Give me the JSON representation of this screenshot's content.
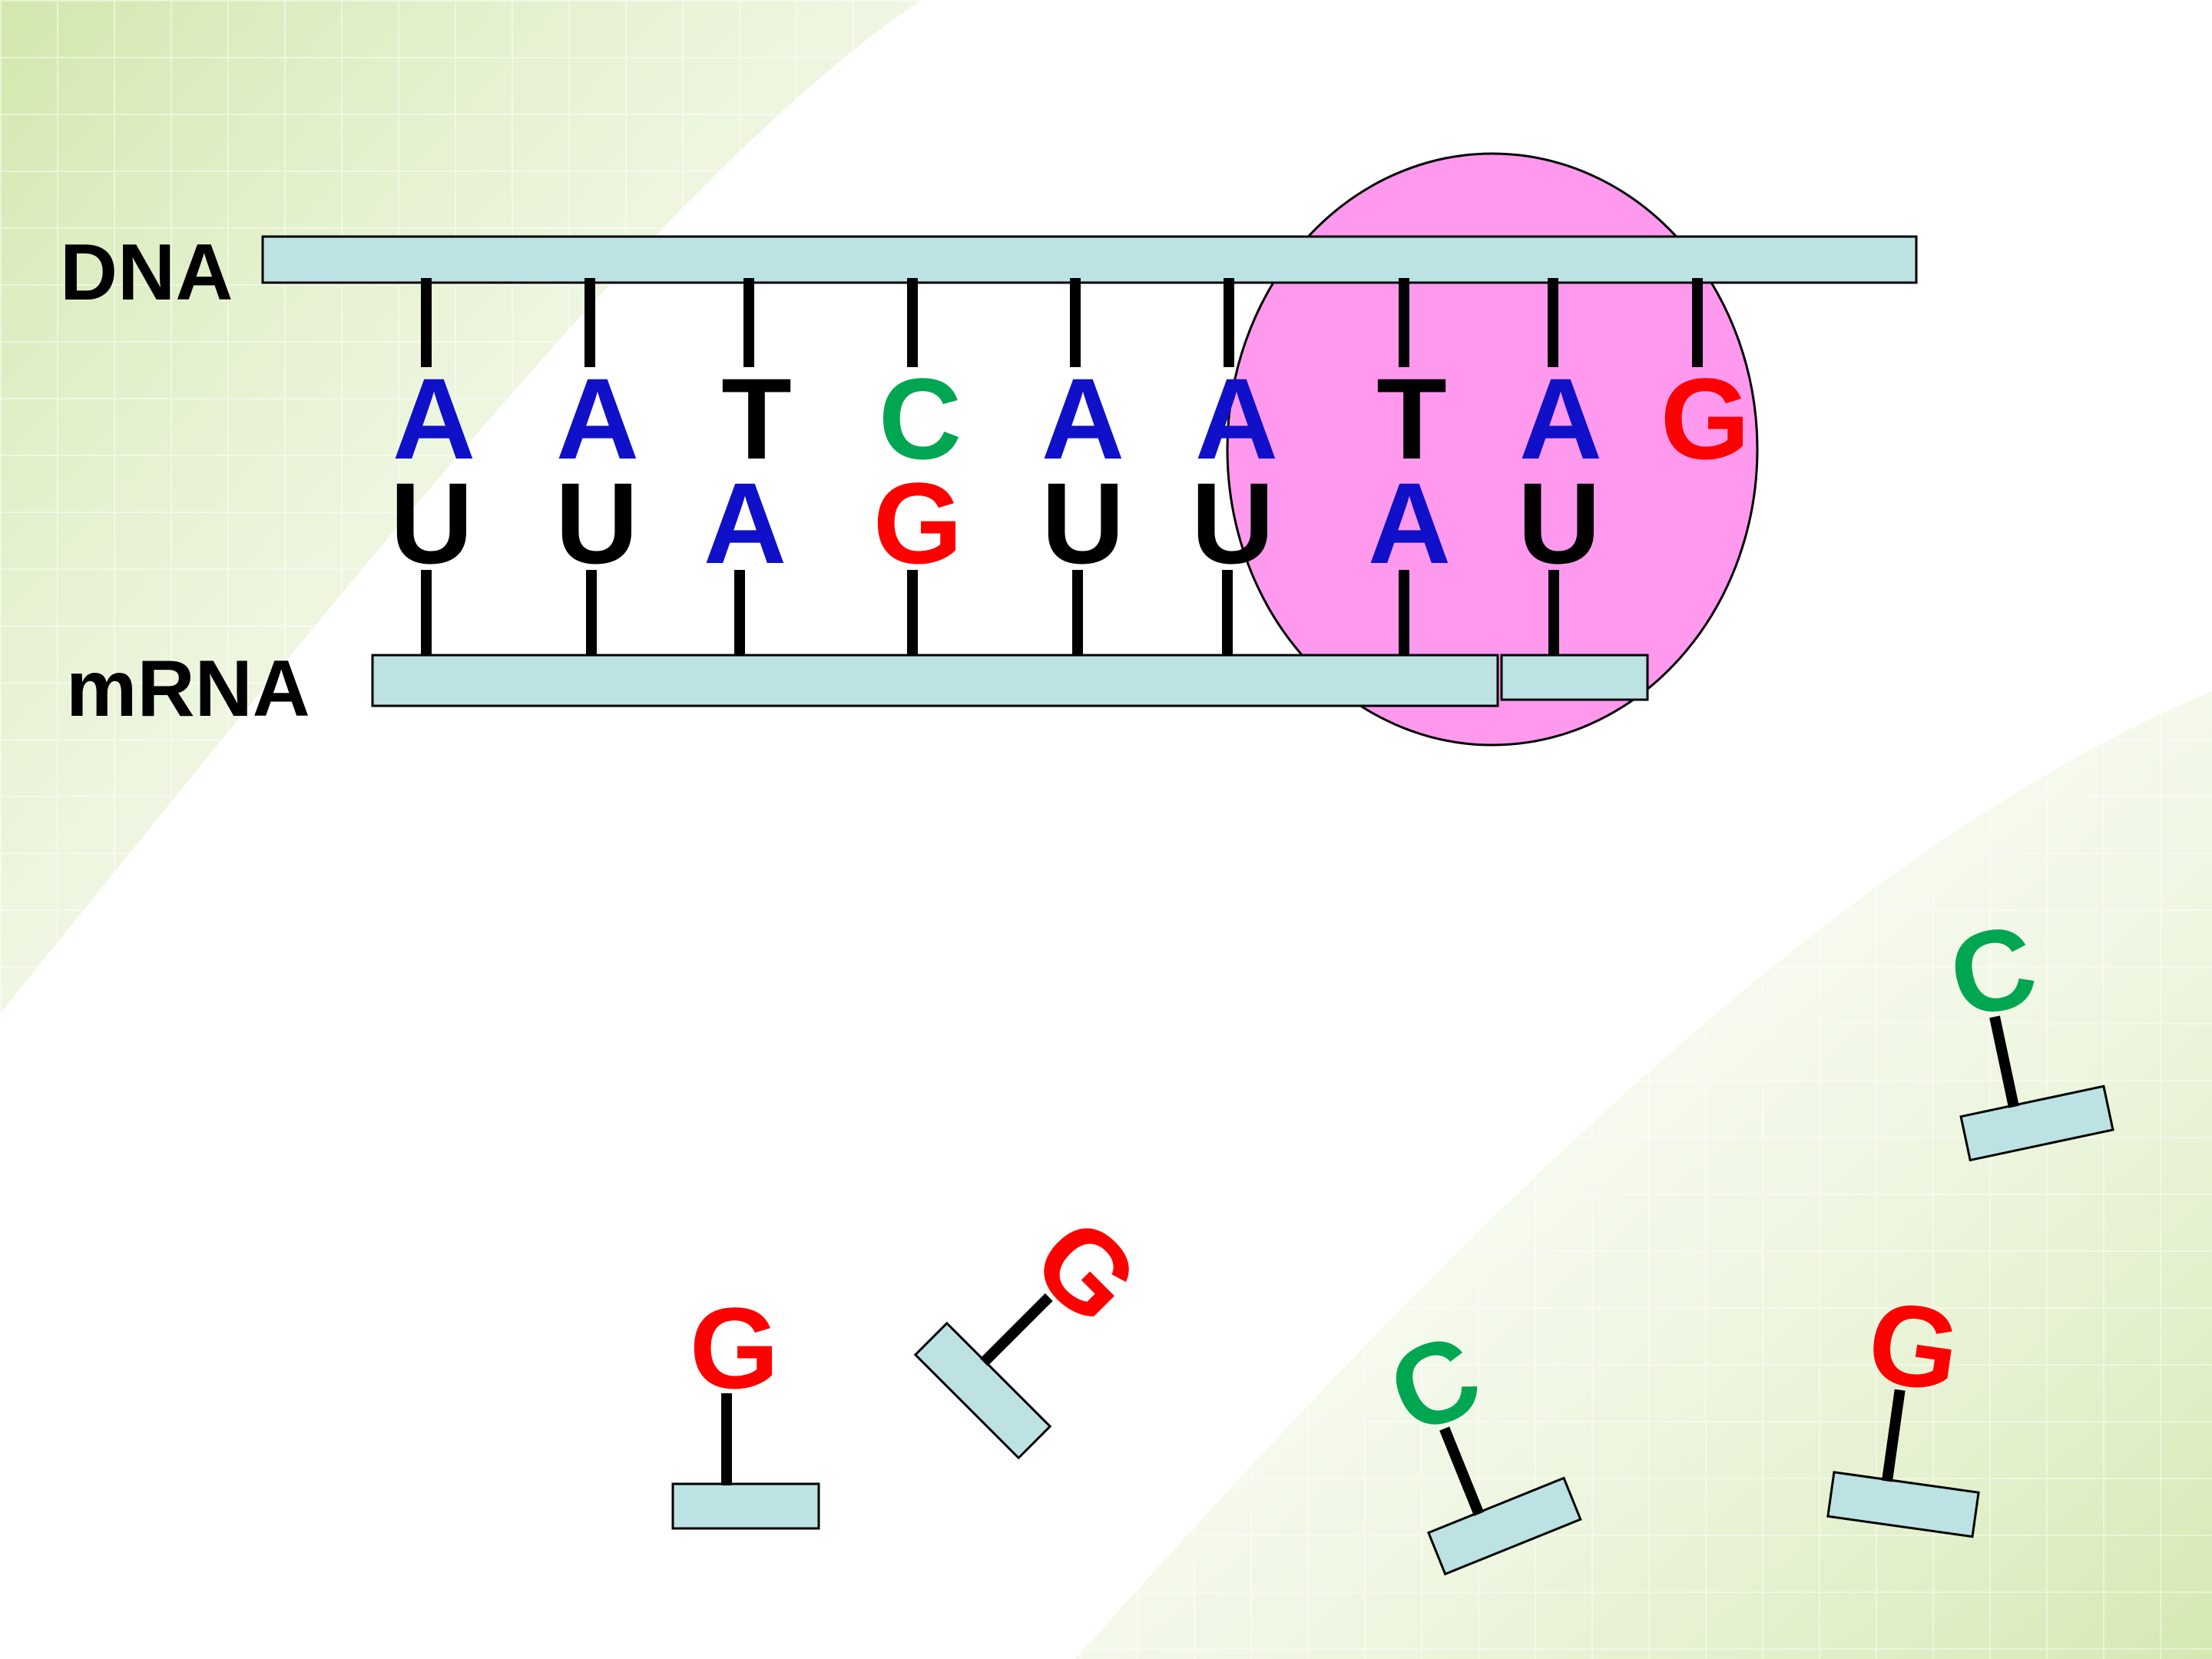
{
  "labels": {
    "dna": "DNA",
    "mrna": "mRNA"
  },
  "colors": {
    "A": "#1010c8",
    "T": "#000000",
    "C": "#00a651",
    "G": "#ff0000",
    "U": "#000000",
    "strand": "#bde2e4",
    "rna_polymerase": "#ff99ee",
    "background_tint": "#d7ebb6"
  },
  "dna_template_bases": [
    "A",
    "A",
    "T",
    "C",
    "A",
    "A",
    "T",
    "A",
    "G"
  ],
  "mrna_bases": [
    "U",
    "U",
    "A",
    "G",
    "U",
    "U",
    "A",
    "U"
  ],
  "free_nucleotides": [
    "G",
    "G",
    "C",
    "G",
    "C"
  ],
  "shapes": {
    "rna_polymerase": "pink-ellipse"
  }
}
